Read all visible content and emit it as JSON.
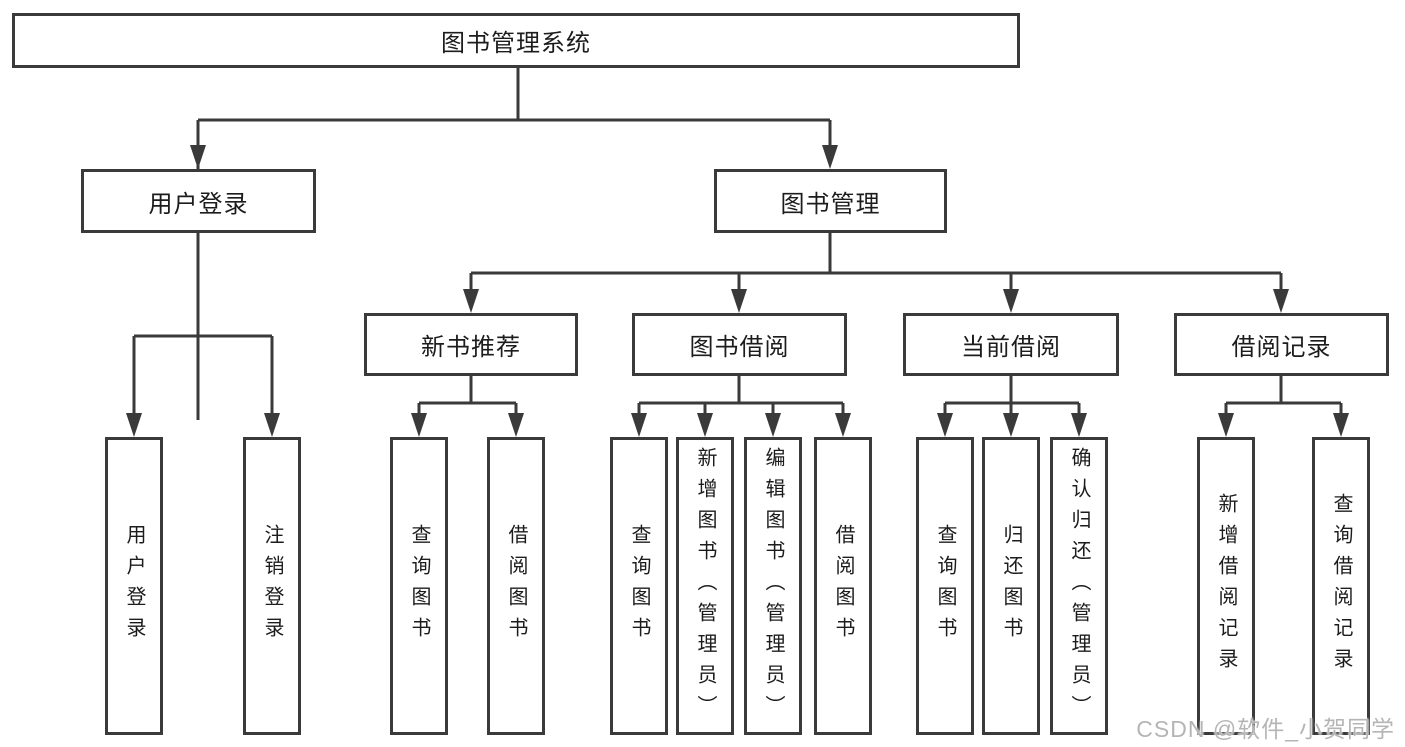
{
  "diagram": {
    "title": "图书管理系统",
    "nodes": {
      "root": "图书管理系统",
      "user_login": "用户登录",
      "book_mgmt": "图书管理",
      "new_books": "新书推荐",
      "book_borrow": "图书借阅",
      "current_borrow": "当前借阅",
      "borrow_records": "借阅记录"
    },
    "leaves": {
      "user_login": [
        "用户登录",
        "注销登录"
      ],
      "new_books": [
        "查询图书",
        "借阅图书"
      ],
      "book_borrow": [
        "查询图书",
        "新增图书（管理员）",
        "编辑图书（管理员）",
        "借阅图书"
      ],
      "current_borrow": [
        "查询图书",
        "归还图书",
        "确认归还（管理员）"
      ],
      "borrow_records": [
        "新增借阅记录",
        "查询借阅记录"
      ]
    },
    "colors": {
      "line": "#3a3a3a",
      "text": "#1c1c1c",
      "background": "#ffffff",
      "watermark": "#b5b5b5"
    }
  },
  "watermark": {
    "text": "CSDN @软件_小贺同学"
  }
}
